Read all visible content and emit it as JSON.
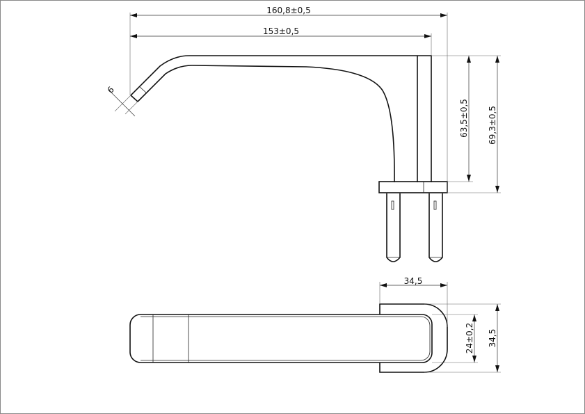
{
  "drawing": {
    "side_view": {
      "overall_length": "160,8±0,5",
      "length_to_rose": "153±0,5",
      "height_to_plate": "63,5±0,5",
      "overall_height": "69,3±0,5",
      "tip_width": "6"
    },
    "top_view": {
      "rose_width": "34,5",
      "grip_width": "24±0,2",
      "rose_height": "34,5"
    }
  }
}
